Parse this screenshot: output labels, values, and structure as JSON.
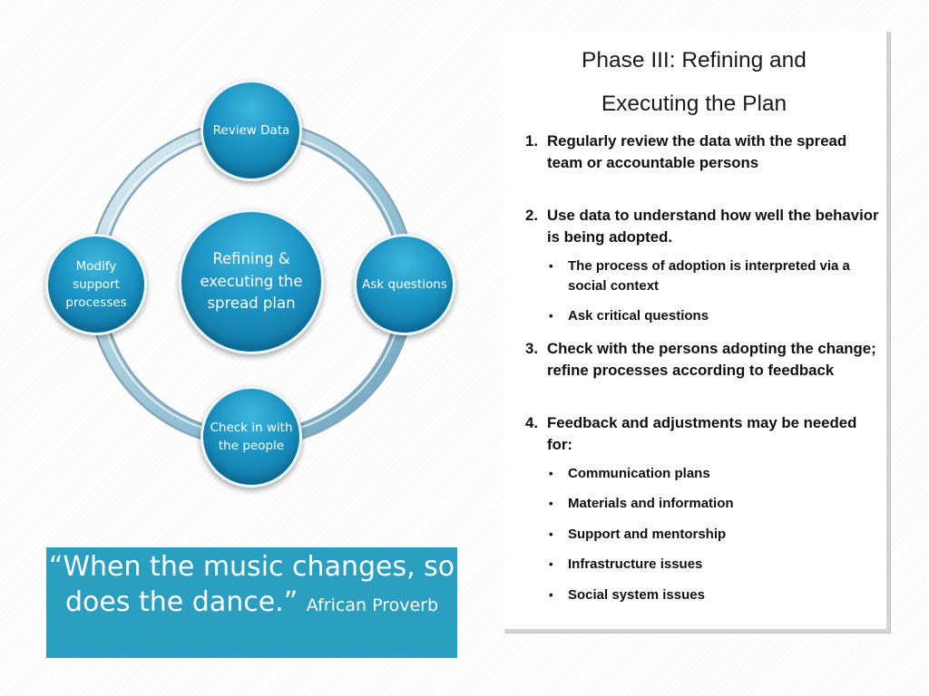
{
  "cycle": {
    "center": "Refining & executing the spread plan",
    "nodes": {
      "top": "Review Data",
      "right": "Ask questions",
      "bottom": "Check in with the people",
      "left": "Modify support processes"
    }
  },
  "quote": {
    "text": "“When the music changes, so does the dance.”",
    "attribution": "African Proverb"
  },
  "phase": {
    "title_line1": "Phase III: Refining and",
    "title_line2": "Executing the Plan",
    "items": [
      {
        "num": "1.",
        "text": "Regularly review the data with the spread team or accountable persons"
      },
      {
        "num": "2.",
        "text": "Use data to understand how well the behavior is being adopted."
      },
      {
        "num": "3.",
        "text": "Check with the persons adopting the change; refine processes according to feedback"
      },
      {
        "num": "4.",
        "text": "Feedback and adjustments may be needed for:"
      }
    ],
    "bullet_symbol": "•",
    "sub2": [
      "The process of adoption is interpreted via a social context",
      "Ask critical questions"
    ],
    "sub4": [
      "Communication plans",
      "Materials and information",
      "Support and mentorship",
      "Infrastructure issues",
      "Social system issues"
    ]
  }
}
